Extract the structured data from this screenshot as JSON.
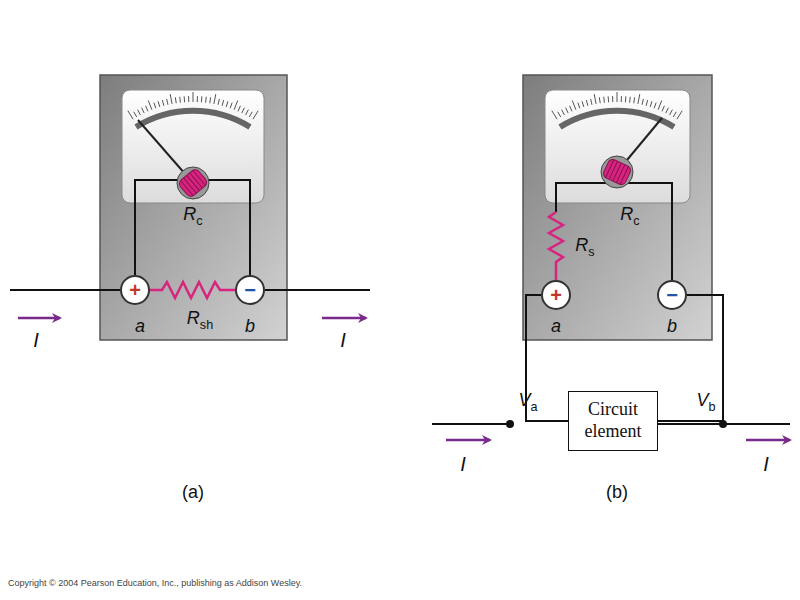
{
  "diagram": {
    "caption": "Copyright © 2004 Pearson Education, Inc., publishing as Addison Wesley.",
    "nodes": [
      {
        "text": [
          "+"
        ]
      },
      {
        "text": [
          "−"
        ]
      },
      {
        "text": [
          "+"
        ]
      },
      {
        "text": [
          "−"
        ]
      },
      {
        "text": [
          "Circuit element"
        ]
      }
    ],
    "edges": [
      {
        "from": 2,
        "to": 4,
        "arrow": "none"
      },
      {
        "from": 3,
        "to": 4,
        "arrow": "none"
      }
    ],
    "labels": [
      "Rc",
      "Rsh",
      "a",
      "b",
      "I",
      "I",
      "Rc",
      "Rs",
      "a",
      "b",
      "Va",
      "Vb",
      "I",
      "I",
      "(a)",
      "(b)"
    ]
  }
}
